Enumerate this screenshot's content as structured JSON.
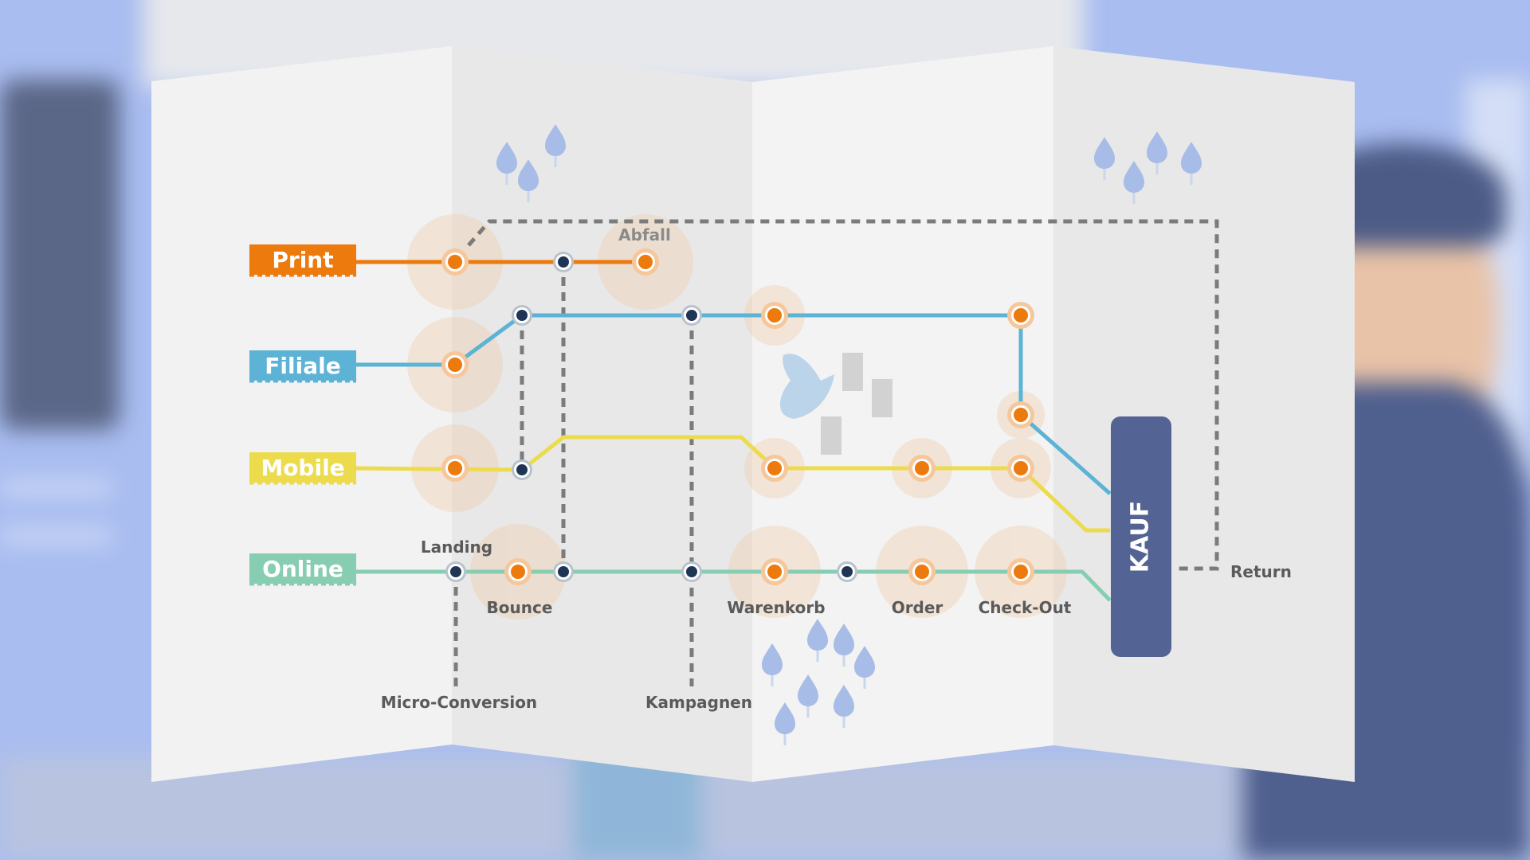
{
  "colors": {
    "print": "#ec7a0d",
    "filiale": "#5cb3d6",
    "mobile": "#ecdc4d",
    "online": "#86cdb2",
    "kauf": "#536393",
    "station_orange": "#ec7a0d",
    "station_dark": "#1e3556",
    "dashed": "#7b7b7b",
    "label_text": "#5a5a5a"
  },
  "channels": {
    "print": "Print",
    "filiale": "Filiale",
    "mobile": "Mobile",
    "online": "Online"
  },
  "stations": {
    "abfall": "Abfall",
    "landing": "Landing",
    "bounce": "Bounce",
    "warenkorb": "Warenkorb",
    "order": "Order",
    "checkout": "Check-Out",
    "micro_conversion": "Micro-Conversion",
    "kampagnen": "Kampagnen",
    "return": "Return"
  },
  "goal": {
    "label": "KAUF"
  },
  "icons": [
    "tree-icon",
    "building-icon",
    "lake-icon"
  ]
}
